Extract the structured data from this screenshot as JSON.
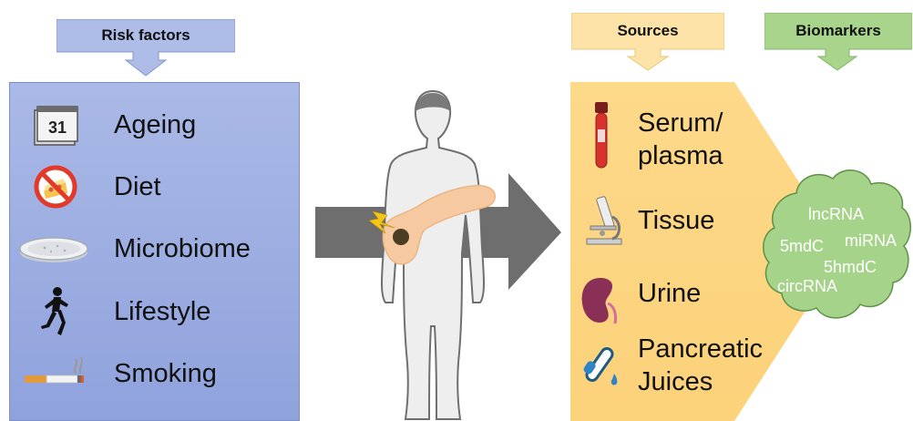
{
  "risk_factors": {
    "header": "Risk factors",
    "items": [
      {
        "label": "Ageing",
        "icon": "calendar-icon"
      },
      {
        "label": "Diet",
        "icon": "no-food-icon"
      },
      {
        "label": "Microbiome",
        "icon": "petri-dish-icon"
      },
      {
        "label": "Lifestyle",
        "icon": "runner-icon"
      },
      {
        "label": "Smoking",
        "icon": "cigarette-icon"
      }
    ],
    "calendar_number": "31",
    "color": "#9aabe0"
  },
  "sources": {
    "header": "Sources",
    "items": [
      {
        "label": "Serum/ plasma",
        "line1": "Serum/",
        "line2": "plasma",
        "icon": "blood-tube-icon"
      },
      {
        "label": "Tissue",
        "icon": "microscope-icon"
      },
      {
        "label": "Urine",
        "icon": "kidney-icon"
      },
      {
        "label": "Pancreatic Juices",
        "line1": "Pancreatic",
        "line2": "Juices",
        "icon": "test-tube-icon"
      }
    ],
    "color": "#fdd98a"
  },
  "biomarkers": {
    "header": "Biomarkers",
    "items": [
      "lncRNA",
      "5mdC",
      "miRNA",
      "5hmdC",
      "circRNA"
    ],
    "color": "#a6d38a"
  }
}
